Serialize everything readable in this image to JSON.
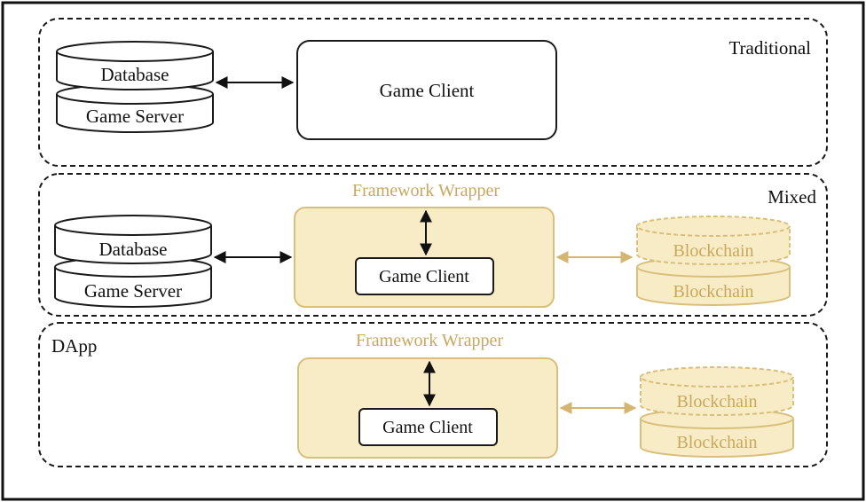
{
  "colors": {
    "frame": "#111111",
    "stroke": "#1a1a1a",
    "gold_stroke": "#d9bf7c",
    "gold_fill": "#f8ecc6",
    "gold_text": "#c9a85c",
    "arrow_gold": "#d4b572"
  },
  "sections": {
    "traditional": {
      "label": "Traditional",
      "database": "Database",
      "game_server": "Game Server",
      "game_client": "Game Client"
    },
    "mixed": {
      "label": "Mixed",
      "wrapper": "Framework Wrapper",
      "database": "Database",
      "game_server": "Game Server",
      "game_client": "Game Client",
      "blockchain_top": "Blockchain",
      "blockchain_bottom": "Blockchain"
    },
    "dapp": {
      "label": "DApp",
      "wrapper": "Framework Wrapper",
      "game_client": "Game Client",
      "blockchain_top": "Blockchain",
      "blockchain_bottom": "Blockchain"
    }
  }
}
